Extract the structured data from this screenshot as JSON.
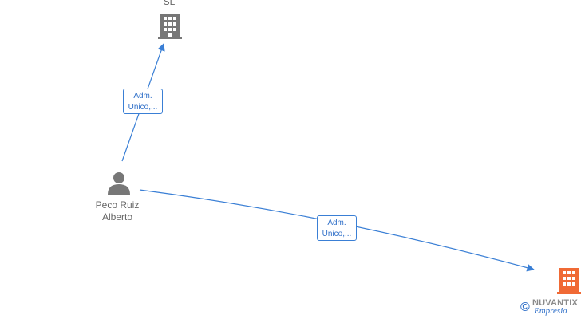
{
  "nodes": {
    "company_top": {
      "label": "SL",
      "icon": "building-icon",
      "color": "#777777"
    },
    "person": {
      "label_line1": "Peco Ruiz",
      "label_line2": "Alberto",
      "icon": "person-icon",
      "color": "#777777"
    },
    "company_right": {
      "icon": "building-icon",
      "color": "#f06a35"
    }
  },
  "edges": [
    {
      "line1": "Adm.",
      "line2": "Unico,..."
    },
    {
      "line1": "Adm.",
      "line2": "Unico,..."
    }
  ],
  "watermark": {
    "symbol": "©",
    "brand": "NUVANTIX",
    "sub": "Empresia"
  },
  "colors": {
    "edge": "#3a7fd5",
    "node_gray": "#777777",
    "node_accent": "#f06a35"
  }
}
